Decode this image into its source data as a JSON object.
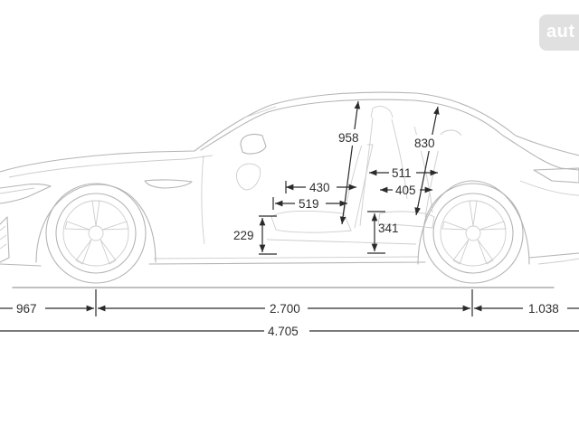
{
  "watermark": {
    "text": "aut"
  },
  "dimensions": {
    "front_overhang": "967",
    "wheelbase": "2.700",
    "rear_overhang": "1.038",
    "overall_length": "4.705",
    "front_headroom": "958",
    "rear_headroom": "830",
    "front_seat_depth": "430",
    "front_cushion_length": "519",
    "rear_seat_depth": "511",
    "rear_cushion_length": "405",
    "front_seat_height": "229",
    "rear_seat_height": "341"
  }
}
